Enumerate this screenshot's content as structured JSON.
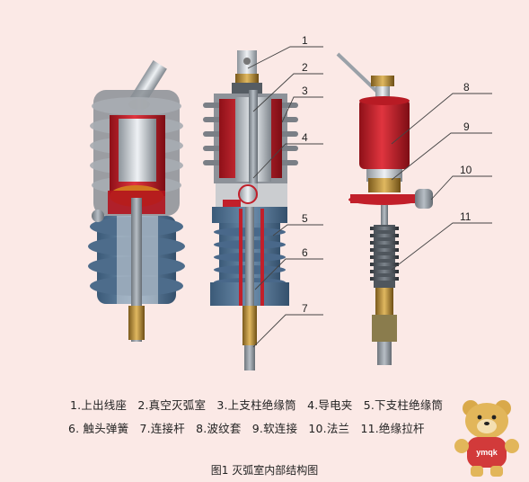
{
  "callouts": [
    "1",
    "2",
    "3",
    "4",
    "5",
    "6",
    "7",
    "8",
    "9",
    "10",
    "11"
  ],
  "legend_row1": [
    "1.上出线座",
    "2.真空灭弧室",
    "3.上支柱绝缘筒",
    "4.导电夹",
    "5.下支柱绝缘筒"
  ],
  "legend_row2": [
    "6. 触头弹簧",
    "7.连接杆",
    "8.波纹套",
    "9.软连接",
    "10.法兰",
    "11.绝缘拉杆"
  ],
  "caption": "图1  灭弧室内部结构图",
  "watermark_text": "ymqk",
  "colors": {
    "background": "#fbe9e6",
    "red": "#c21f2a",
    "steel_blue": "#4f6f8f",
    "silver": "#c9ced3"
  }
}
